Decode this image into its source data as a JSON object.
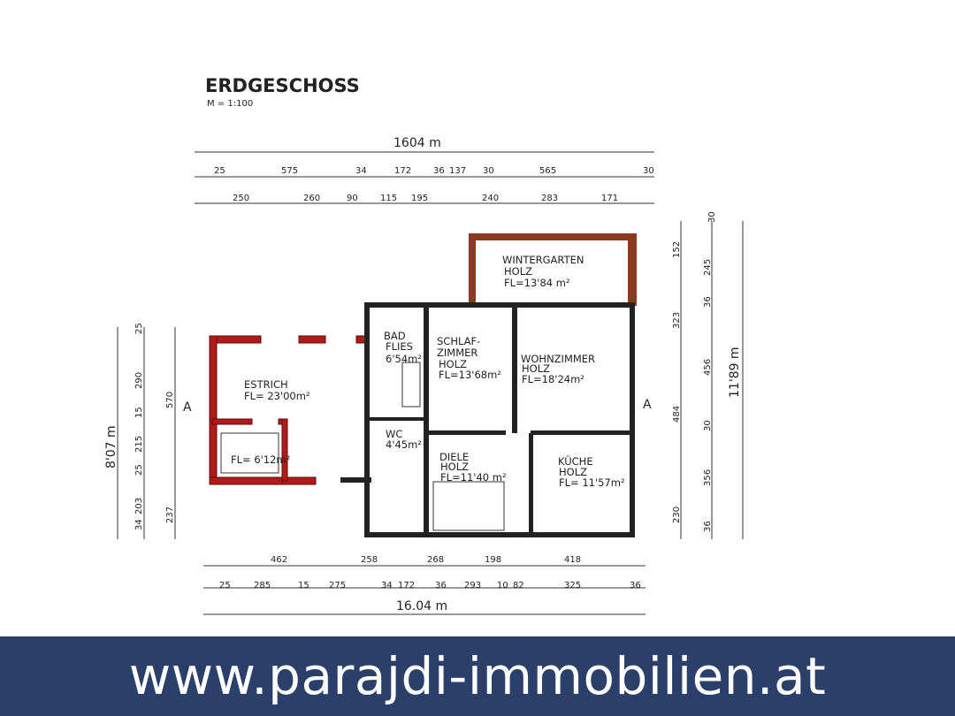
{
  "title": "ERDGESCHOSS",
  "scale": "M = 1:100",
  "total_width_top": "1604 m",
  "total_width_bottom": "16.04 m",
  "total_height_left": "8'07 m",
  "total_height_right": "11'89 m",
  "top_dims_row1": [
    "25",
    "575",
    "34",
    "172",
    "36",
    "137",
    "30",
    "565",
    "30"
  ],
  "top_dims_row2": [
    "250",
    "260",
    "90",
    "115",
    "195",
    "240",
    "283",
    "171"
  ],
  "bottom_dims_row1": [
    "462",
    "258",
    "268",
    "198",
    "418"
  ],
  "bottom_dims_row2": [
    "25",
    "285",
    "15",
    "275",
    "34",
    "172",
    "36",
    "293",
    "10",
    "82",
    "325",
    "36"
  ],
  "left_dims_row1": [
    "25",
    "290",
    "15",
    "215",
    "25",
    "34",
    "203"
  ],
  "left_dims_row2": [
    "570",
    "237"
  ],
  "right_dims_row1": [
    "152",
    "36",
    "323",
    "484",
    "30",
    "230",
    "36"
  ],
  "right_dims_row2": [
    "30",
    "245",
    "456",
    "356"
  ],
  "section_marks": [
    "A",
    "A"
  ],
  "rooms": [
    {
      "name": "WINTERGARTEN",
      "floor": "HOLZ",
      "area": "FL=13'84 m²"
    },
    {
      "name": "BAD",
      "floor": "FLIES",
      "area": "6'54m²"
    },
    {
      "name": "SCHLAF-",
      "name2": "ZIMMER",
      "floor": "HOLZ",
      "area": "FL=13'68m²"
    },
    {
      "name": "WOHNZIMMER",
      "floor": "HOLZ",
      "area": "FL=18'24m²"
    },
    {
      "name": "ESTRICH",
      "area": "FL= 23'00m²"
    },
    {
      "area": "FL= 6'12m²"
    },
    {
      "name": "WC",
      "area": "4'45m²"
    },
    {
      "name": "DIELE",
      "floor": "HOLZ",
      "area": "FL=11'40 m²"
    },
    {
      "name": "KÜCHE",
      "floor": "HOLZ",
      "area": "FL= 11'57m²"
    }
  ],
  "banner": {
    "url": "www.parajdi-immobilien.at",
    "color": "#2b3f6b"
  }
}
